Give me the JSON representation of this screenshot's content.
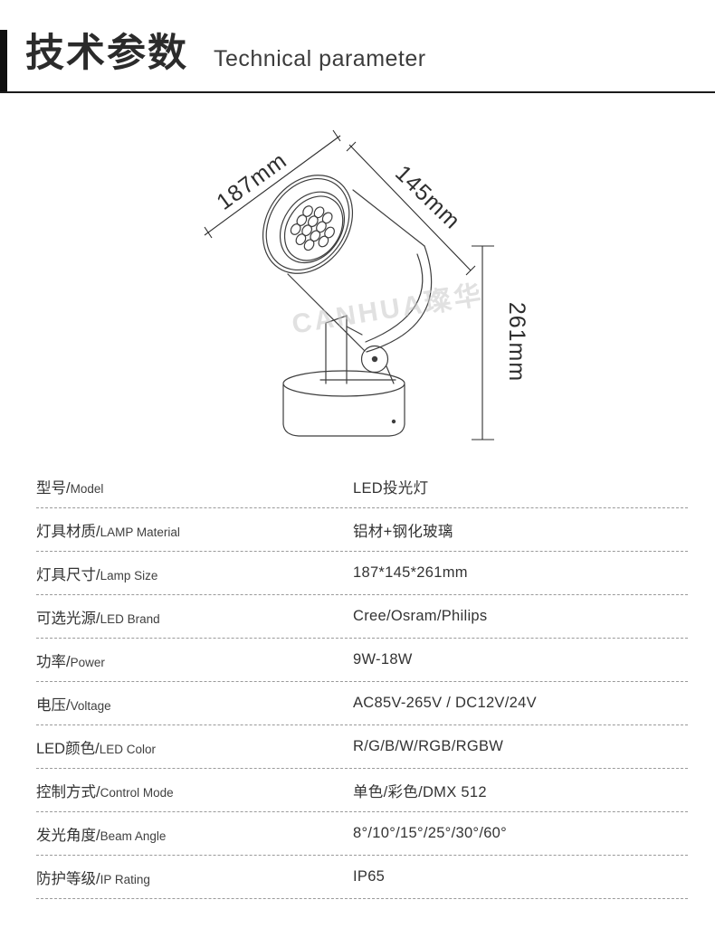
{
  "header": {
    "title_zh": "技术参数",
    "title_en": "Technical parameter"
  },
  "figure": {
    "dim_width_label": "187mm",
    "dim_depth_label": "145mm",
    "dim_height_label": "261mm",
    "watermark": "CANHUA璨华"
  },
  "colors": {
    "heading_text": "#2b2b2b",
    "body_text": "#333333",
    "drawing_line": "#3d3d3d",
    "dashed_divider": "#9a9a9a",
    "header_rule": "#1b1b1b",
    "watermark": "#c9c9c9"
  },
  "table": {
    "rows": [
      {
        "label_zh": "型号/",
        "label_en": "Model",
        "value": "LED投光灯"
      },
      {
        "label_zh": "灯具材质/",
        "label_en": "LAMP Material",
        "value": "铝材+钢化玻璃"
      },
      {
        "label_zh": "灯具尺寸/",
        "label_en": "Lamp Size",
        "value": "187*145*261mm"
      },
      {
        "label_zh": "可选光源/",
        "label_en": "LED Brand",
        "value": "Cree/Osram/Philips"
      },
      {
        "label_zh": "功率/",
        "label_en": "Power",
        "value": "9W-18W"
      },
      {
        "label_zh": "电压/",
        "label_en": "Voltage",
        "value": "AC85V-265V / DC12V/24V"
      },
      {
        "label_zh": "LED颜色/",
        "label_en": "LED Color",
        "value": "R/G/B/W/RGB/RGBW"
      },
      {
        "label_zh": "控制方式/",
        "label_en": "Control Mode",
        "value": "单色/彩色/DMX 512"
      },
      {
        "label_zh": "发光角度/",
        "label_en": "Beam Angle",
        "value": "8°/10°/15°/25°/30°/60°"
      },
      {
        "label_zh": "防护等级/",
        "label_en": "IP Rating",
        "value": "IP65"
      }
    ]
  }
}
